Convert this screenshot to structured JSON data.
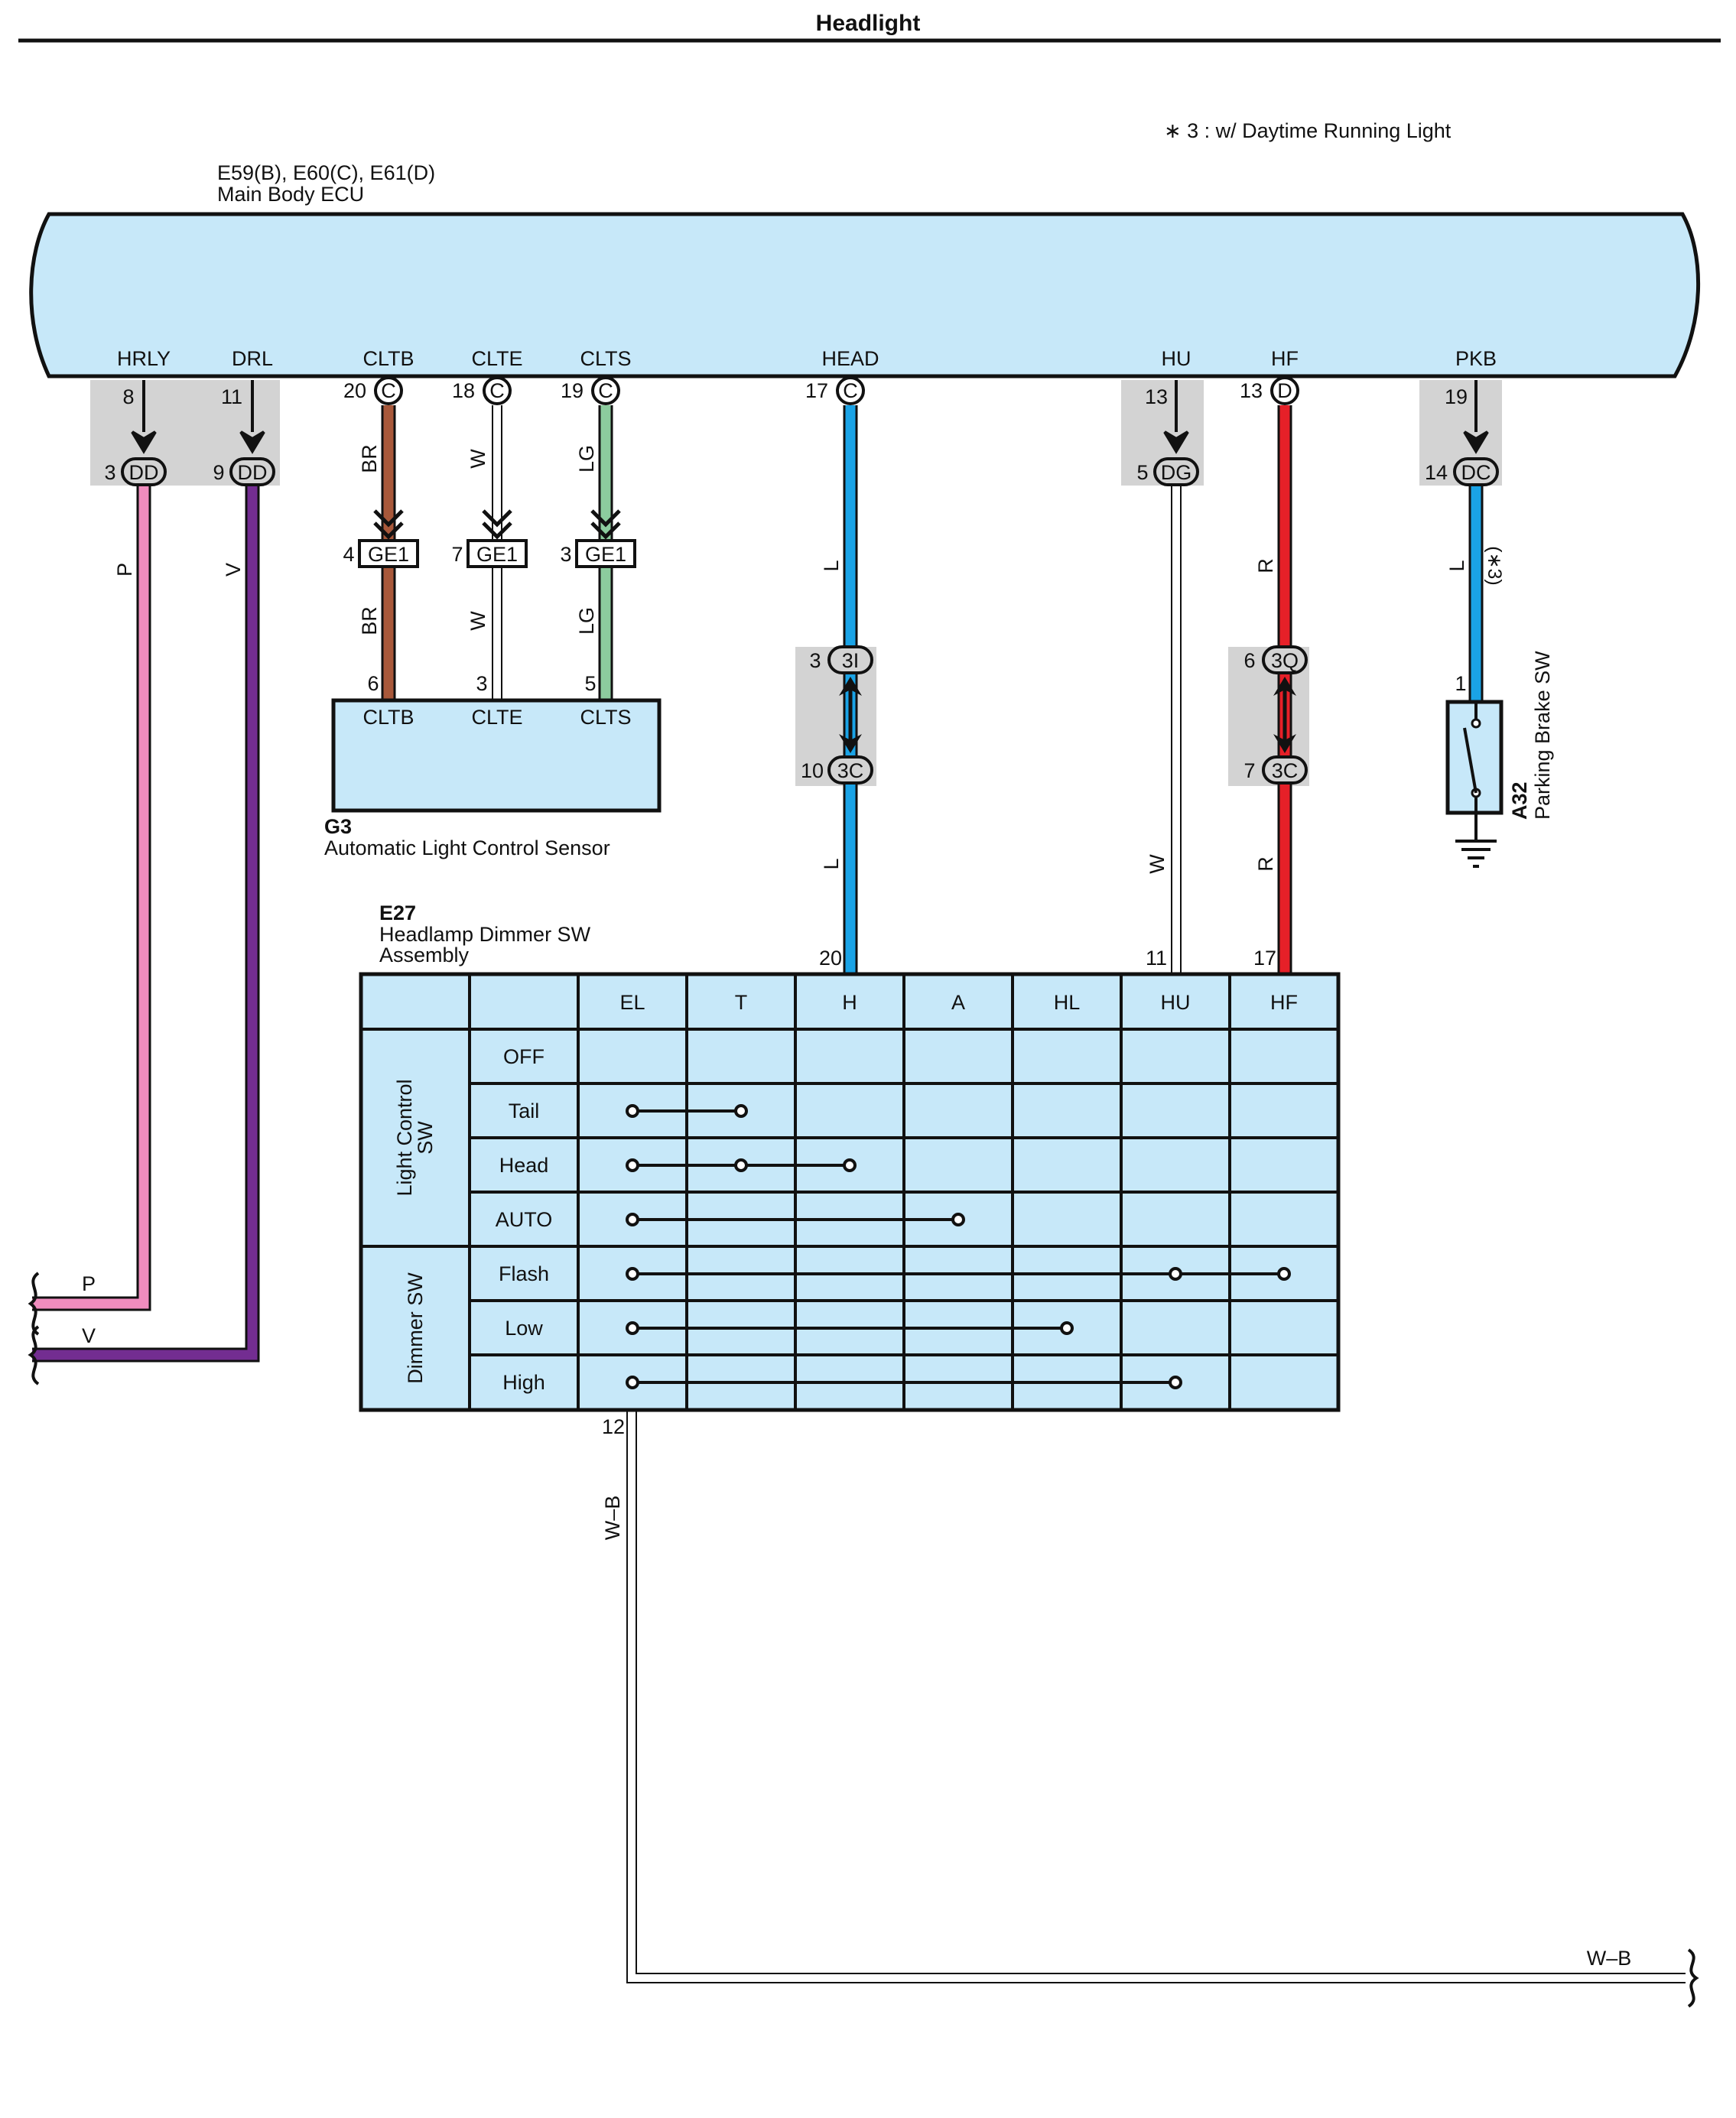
{
  "title": "Headlight",
  "footnote": "∗ 3 : w/ Daytime Running Light",
  "ecu": {
    "ref": "E59(B), E60(C), E61(D)",
    "name": "Main Body ECU",
    "terminals": [
      "HRLY",
      "DRL",
      "CLTB",
      "CLTE",
      "CLTS",
      "HEAD",
      "HU",
      "HF",
      "PKB"
    ],
    "pins": [
      "8",
      "11",
      "20",
      "18",
      "19",
      "17",
      "13",
      "13",
      "19"
    ],
    "connector_letters": [
      "C",
      "C",
      "C",
      "C",
      "D"
    ]
  },
  "junctions": {
    "dd1": {
      "pin": "3",
      "code": "DD"
    },
    "dd2": {
      "pin": "9",
      "code": "DD"
    },
    "dg": {
      "pin": "5",
      "code": "DG"
    },
    "dc": {
      "pin": "14",
      "code": "DC"
    },
    "ge1": [
      {
        "pin": "4",
        "code": "GE1"
      },
      {
        "pin": "7",
        "code": "GE1"
      },
      {
        "pin": "3",
        "code": "GE1"
      }
    ],
    "c3i": {
      "pin": "3",
      "code": "3I"
    },
    "c3c_a": {
      "pin": "10",
      "code": "3C"
    },
    "c3q": {
      "pin": "6",
      "code": "3Q"
    },
    "c3c_b": {
      "pin": "7",
      "code": "3C"
    }
  },
  "wire_colors": {
    "hrly": "P",
    "drl": "V",
    "cltb": "BR",
    "clte": "W",
    "clts": "LG",
    "head": "L",
    "hu": "W",
    "hf": "R",
    "pkb": "L",
    "ground": "W–B"
  },
  "pkb_note": "(∗3)",
  "colors": {
    "P": "#f08cbe",
    "V": "#732d91",
    "BR": "#a8583a",
    "W": "#ffffff",
    "LG": "#8ccc9e",
    "L": "#1aa3e6",
    "R": "#e62028",
    "box": "#c7e8f9",
    "gray": "#d3d3d3"
  },
  "sensor": {
    "ref": "G3",
    "name": "Automatic Light Control Sensor",
    "labels": [
      "CLTB",
      "CLTE",
      "CLTS"
    ],
    "pins": [
      "6",
      "3",
      "5"
    ]
  },
  "switch": {
    "ref": "A32",
    "name": "Parking Brake SW",
    "pin": "1"
  },
  "dimmer": {
    "ref": "E27",
    "name_line1": "Headlamp Dimmer SW",
    "name_line2": "Assembly",
    "top_pins": [
      "20",
      "11",
      "17"
    ],
    "bottom_pin": "12",
    "columns": [
      "EL",
      "T",
      "H",
      "A",
      "HL",
      "HU",
      "HF"
    ],
    "groups": [
      "Light Control SW",
      "Dimmer SW"
    ],
    "rows": [
      "OFF",
      "Tail",
      "Head",
      "AUTO",
      "Flash",
      "Low",
      "High"
    ],
    "connections": [
      [],
      [
        0,
        1
      ],
      [
        0,
        1,
        2
      ],
      [
        0,
        3
      ],
      [
        0,
        5,
        6
      ],
      [
        0,
        4
      ],
      [
        0,
        5
      ]
    ]
  },
  "offpage": {
    "p": "P",
    "v": "V",
    "wb": "W–B"
  },
  "icons": [
    "double-arrow-icon",
    "switch-icon",
    "ground-icon",
    "wave-break-icon"
  ]
}
